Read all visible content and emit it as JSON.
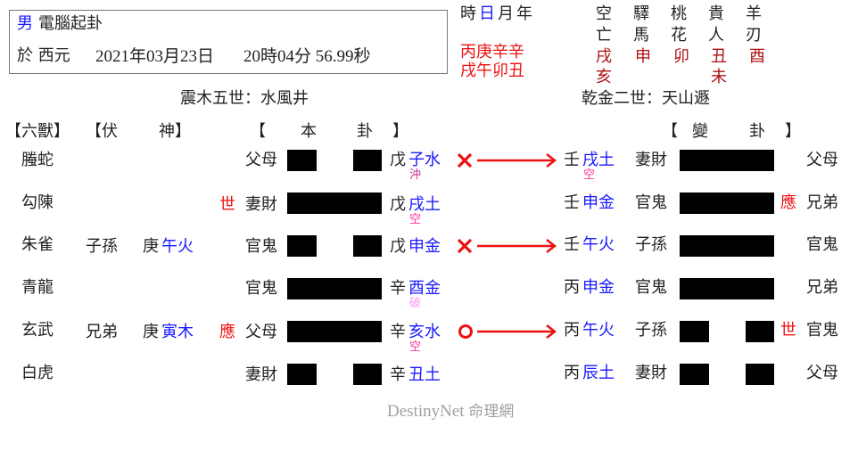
{
  "info": {
    "gender": "男",
    "method": "電腦起卦",
    "date_prefix": "於 西元",
    "date": "2021年03月23日",
    "time": "20時04分 56.99秒"
  },
  "pillars": {
    "labels": [
      "時",
      "日",
      "月",
      "年"
    ],
    "stems": "丙庚辛辛",
    "branches": "戌午卯丑"
  },
  "shensha": [
    {
      "title1": "空",
      "title2": "亡",
      "values": [
        "戌",
        "亥"
      ]
    },
    {
      "title1": "驛",
      "title2": "馬",
      "values": [
        "申"
      ]
    },
    {
      "title1": "桃",
      "title2": "花",
      "values": [
        "卯"
      ]
    },
    {
      "title1": "貴",
      "title2": "人",
      "values": [
        "丑",
        "未"
      ]
    },
    {
      "title1": "羊",
      "title2": "刃",
      "values": [
        "酉"
      ]
    }
  ],
  "main_hexagram_title": "震木五世：水風井",
  "changed_hexagram_title": "乾金二世：天山遯",
  "headers": {
    "liushou": "【六獸】",
    "fushen_open": "【伏",
    "fushen_close": "神】",
    "ben_open": "【",
    "ben_mid1": "本",
    "ben_mid2": "卦",
    "ben_close": "】",
    "bian_open": "【",
    "bian_mid1": "變",
    "bian_mid2": "卦",
    "bian_close": "】"
  },
  "rows": [
    {
      "beast": "螣蛇",
      "fu_rel": "",
      "fu_stem": "",
      "fu_branch": "",
      "mark": "",
      "rel": "父母",
      "yao": "yin",
      "stem": "戊",
      "branch": "子水",
      "note": "沖",
      "note_type": "chong",
      "change": "x",
      "c_stem": "壬",
      "c_branch": "戌土",
      "c_note": "空",
      "c_rel": "妻財",
      "c_yao": "yang",
      "c_mark": "",
      "c_end_rel": "父母"
    },
    {
      "beast": "勾陳",
      "fu_rel": "",
      "fu_stem": "",
      "fu_branch": "",
      "mark": "世",
      "rel": "妻財",
      "yao": "yang",
      "stem": "戊",
      "branch": "戌土",
      "note": "空",
      "note_type": "kong",
      "change": "",
      "c_stem": "壬",
      "c_branch": "申金",
      "c_note": "",
      "c_rel": "官鬼",
      "c_yao": "yang",
      "c_mark": "應",
      "c_end_rel": "兄弟"
    },
    {
      "beast": "朱雀",
      "fu_rel": "子孫",
      "fu_stem": "庚",
      "fu_branch": "午火",
      "mark": "",
      "rel": "官鬼",
      "yao": "yin",
      "stem": "戊",
      "branch": "申金",
      "note": "",
      "note_type": "",
      "change": "x",
      "c_stem": "壬",
      "c_branch": "午火",
      "c_note": "",
      "c_rel": "子孫",
      "c_yao": "yang",
      "c_mark": "",
      "c_end_rel": "官鬼"
    },
    {
      "beast": "青龍",
      "fu_rel": "",
      "fu_stem": "",
      "fu_branch": "",
      "mark": "",
      "rel": "官鬼",
      "yao": "yang",
      "stem": "辛",
      "branch": "酉金",
      "note": "破",
      "note_type": "po",
      "change": "",
      "c_stem": "丙",
      "c_branch": "申金",
      "c_note": "",
      "c_rel": "官鬼",
      "c_yao": "yang",
      "c_mark": "",
      "c_end_rel": "兄弟"
    },
    {
      "beast": "玄武",
      "fu_rel": "兄弟",
      "fu_stem": "庚",
      "fu_branch": "寅木",
      "mark": "應",
      "rel": "父母",
      "yao": "yang",
      "stem": "辛",
      "branch": "亥水",
      "note": "空",
      "note_type": "kong",
      "change": "o",
      "c_stem": "丙",
      "c_branch": "午火",
      "c_note": "",
      "c_rel": "子孫",
      "c_yao": "yin",
      "c_mark": "世",
      "c_end_rel": "官鬼"
    },
    {
      "beast": "白虎",
      "fu_rel": "",
      "fu_stem": "",
      "fu_branch": "",
      "mark": "",
      "rel": "妻財",
      "yao": "yin",
      "stem": "辛",
      "branch": "丑土",
      "note": "",
      "note_type": "",
      "change": "",
      "c_stem": "丙",
      "c_branch": "辰土",
      "c_note": "",
      "c_rel": "妻財",
      "c_yao": "yin",
      "c_mark": "",
      "c_end_rel": "父母"
    }
  ],
  "footer": {
    "brand": "DestinyNet",
    "brand_cjk": "命理網"
  },
  "colors": {
    "accent_red": "#ee1111",
    "branch_blue": "#1a1aff",
    "kong": "#ff3399",
    "chong": "#c0309a",
    "po": "#ff99ee"
  }
}
